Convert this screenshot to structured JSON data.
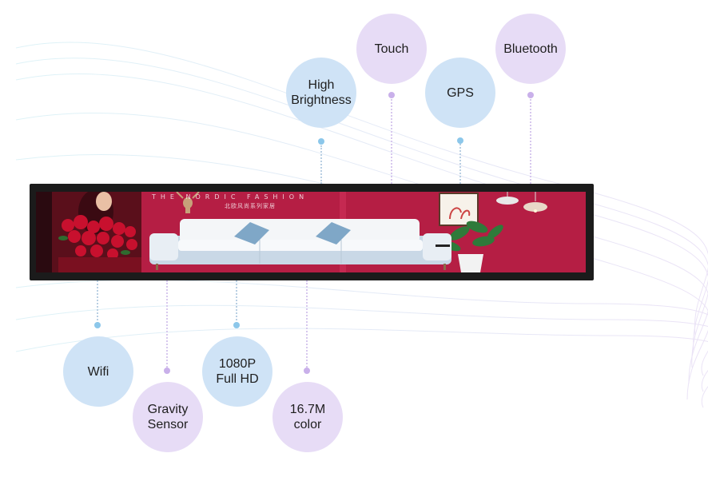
{
  "features_top": [
    {
      "label": "High\nBrightness",
      "color": "blue"
    },
    {
      "label": "Touch",
      "color": "purple"
    },
    {
      "label": "GPS",
      "color": "blue"
    },
    {
      "label": "Bluetooth",
      "color": "purple"
    }
  ],
  "features_bottom": [
    {
      "label": "Wifi",
      "color": "blue"
    },
    {
      "label": "Gravity\nSensor",
      "color": "purple"
    },
    {
      "label": "1080P\nFull HD",
      "color": "blue"
    },
    {
      "label": "16.7M\ncolor",
      "color": "purple"
    }
  ],
  "screen": {
    "banner_text": "THE NORDIC FASHION",
    "banner_subtext": "北欧风尚系列家居",
    "background_color": "#b51e44"
  }
}
